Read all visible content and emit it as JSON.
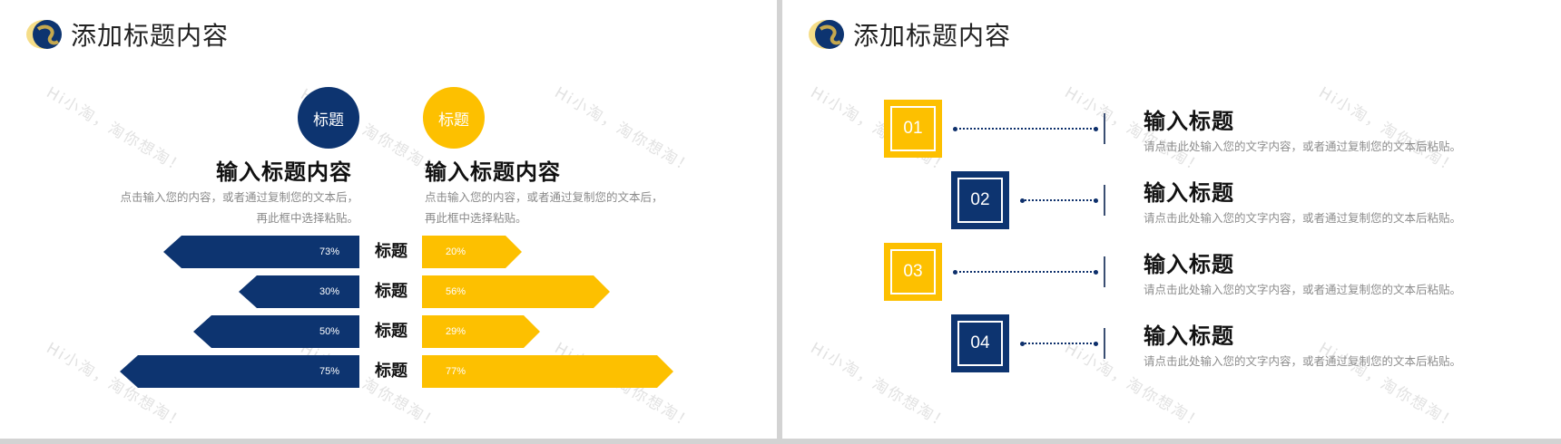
{
  "colors": {
    "navy": "#0d3470",
    "yellow": "#fdc000",
    "divider": "#d3d3d3",
    "heading": "#111111",
    "body_text": "#8a8a8a"
  },
  "watermark": "Hi小淘，淘你想淘！",
  "left_slide": {
    "header": {
      "title": "添加标题内容",
      "icon": "swirl-logo-icon"
    },
    "columns": [
      {
        "badge": "标题",
        "title": "输入标题内容",
        "desc_line1": "点击输入您的内容，或者通过复制您的文本后，",
        "desc_line2": "再此框中选择粘贴。"
      },
      {
        "badge": "标题",
        "title": "输入标题内容",
        "desc_line1": "点击输入您的内容，或者通过复制您的文本后，",
        "desc_line2": "再此框中选择粘贴。"
      }
    ],
    "rows": [
      {
        "label": "标题",
        "left_value": "73%",
        "right_value": "20%"
      },
      {
        "label": "标题",
        "left_value": "30%",
        "right_value": "56%"
      },
      {
        "label": "标题",
        "left_value": "50%",
        "right_value": "29%"
      },
      {
        "label": "标题",
        "left_value": "75%",
        "right_value": "77%"
      }
    ]
  },
  "right_slide": {
    "header": {
      "title": "添加标题内容",
      "icon": "swirl-logo-icon"
    },
    "items": [
      {
        "number": "01",
        "title": "输入标题",
        "desc": "请点击此处输入您的文字内容，或者通过复制您的文本后粘贴。"
      },
      {
        "number": "02",
        "title": "输入标题",
        "desc": "请点击此处输入您的文字内容，或者通过复制您的文本后粘贴。"
      },
      {
        "number": "03",
        "title": "输入标题",
        "desc": "请点击此处输入您的文字内容，或者通过复制您的文本后粘贴。"
      },
      {
        "number": "04",
        "title": "输入标题",
        "desc": "请点击此处输入您的文字内容，或者通过复制您的文本后粘贴。"
      }
    ]
  }
}
